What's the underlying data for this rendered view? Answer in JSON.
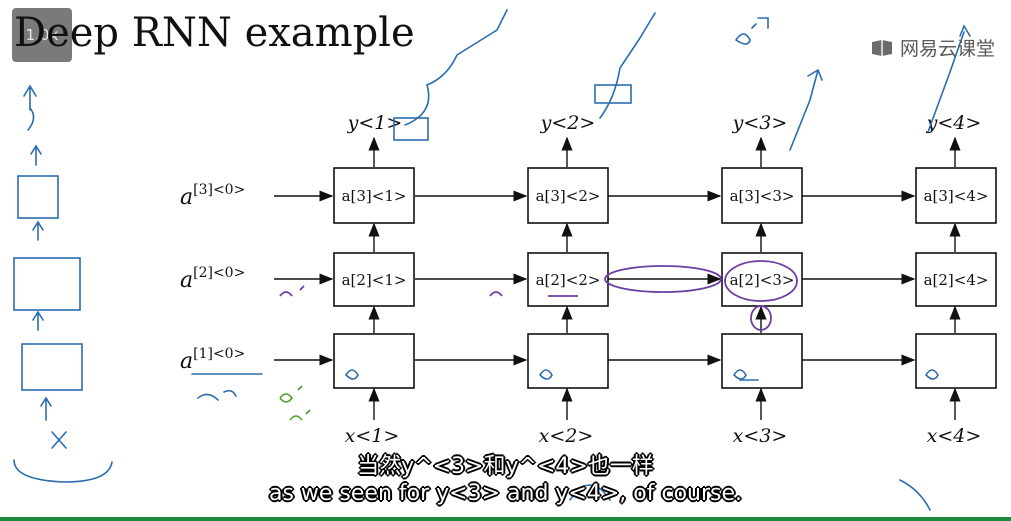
{
  "player": {
    "speed_label": "1.0x"
  },
  "slide": {
    "title": "Deep RNN example",
    "brand": "网易云课堂",
    "initial_states": [
      {
        "base": "a",
        "sup": "[3]<0>"
      },
      {
        "base": "a",
        "sup": "[2]<0>"
      },
      {
        "base": "a",
        "sup": "[1]<0>"
      }
    ],
    "units": [
      [
        "a[3]<1>",
        "a[3]<2>",
        "a[3]<3>",
        "a[3]<4>"
      ],
      [
        "a[2]<1>",
        "a[2]<2>",
        "a[2]<3>",
        "a[2]<4>"
      ]
    ],
    "outputs": [
      "y<1>",
      "y<2>",
      "y<3>",
      "y<4>"
    ],
    "inputs": [
      "x<1>",
      "x<2>",
      "x<3>",
      "x<4>"
    ]
  },
  "subtitles": {
    "zh": "当然y^<3>和y^<4>也一样",
    "en": "as we seen for y<3> and y<4>, of course."
  },
  "colors": {
    "ink": "#111111",
    "pen_blue": "#2b6cb0",
    "pen_purple": "#6b3fa0",
    "pen_green": "#4aa02c",
    "bar_green": "#1d8a3a"
  }
}
